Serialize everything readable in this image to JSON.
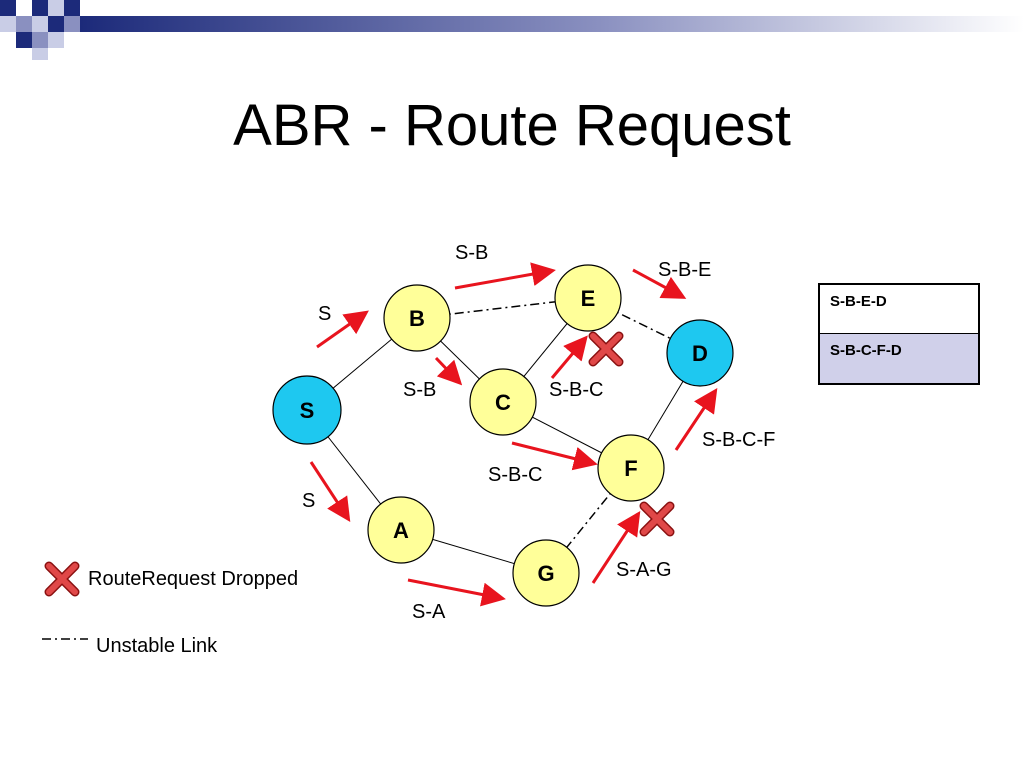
{
  "slide": {
    "title": "ABR - Route Request"
  },
  "nodes": {
    "S": "S",
    "B": "B",
    "C": "C",
    "E": "E",
    "D": "D",
    "F": "F",
    "A": "A",
    "G": "G"
  },
  "arrow_labels": {
    "s_to_b": "S",
    "s_to_a": "S",
    "b_to_e": "S-B",
    "b_to_c": "S-B",
    "e_to_d": "S-B-E",
    "c_to_e": "S-B-C",
    "c_to_f": "S-B-C",
    "f_to_d": "S-B-C-F",
    "a_to_g": "S-A",
    "g_to_f": "S-A-G"
  },
  "route_table": [
    "S-B-E-D",
    "S-B-C-F-D"
  ],
  "legend": {
    "dropped_label": "RouteRequest Dropped",
    "unstable_label": "Unstable Link"
  },
  "colors": {
    "node_yellow": "#ffff99",
    "node_cyan": "#1ec8f0",
    "arrow_red": "#e8141e",
    "drop_x": "#d03030",
    "table_highlight": "#d0d0ea",
    "deco_navy": "#1c2a7a"
  }
}
